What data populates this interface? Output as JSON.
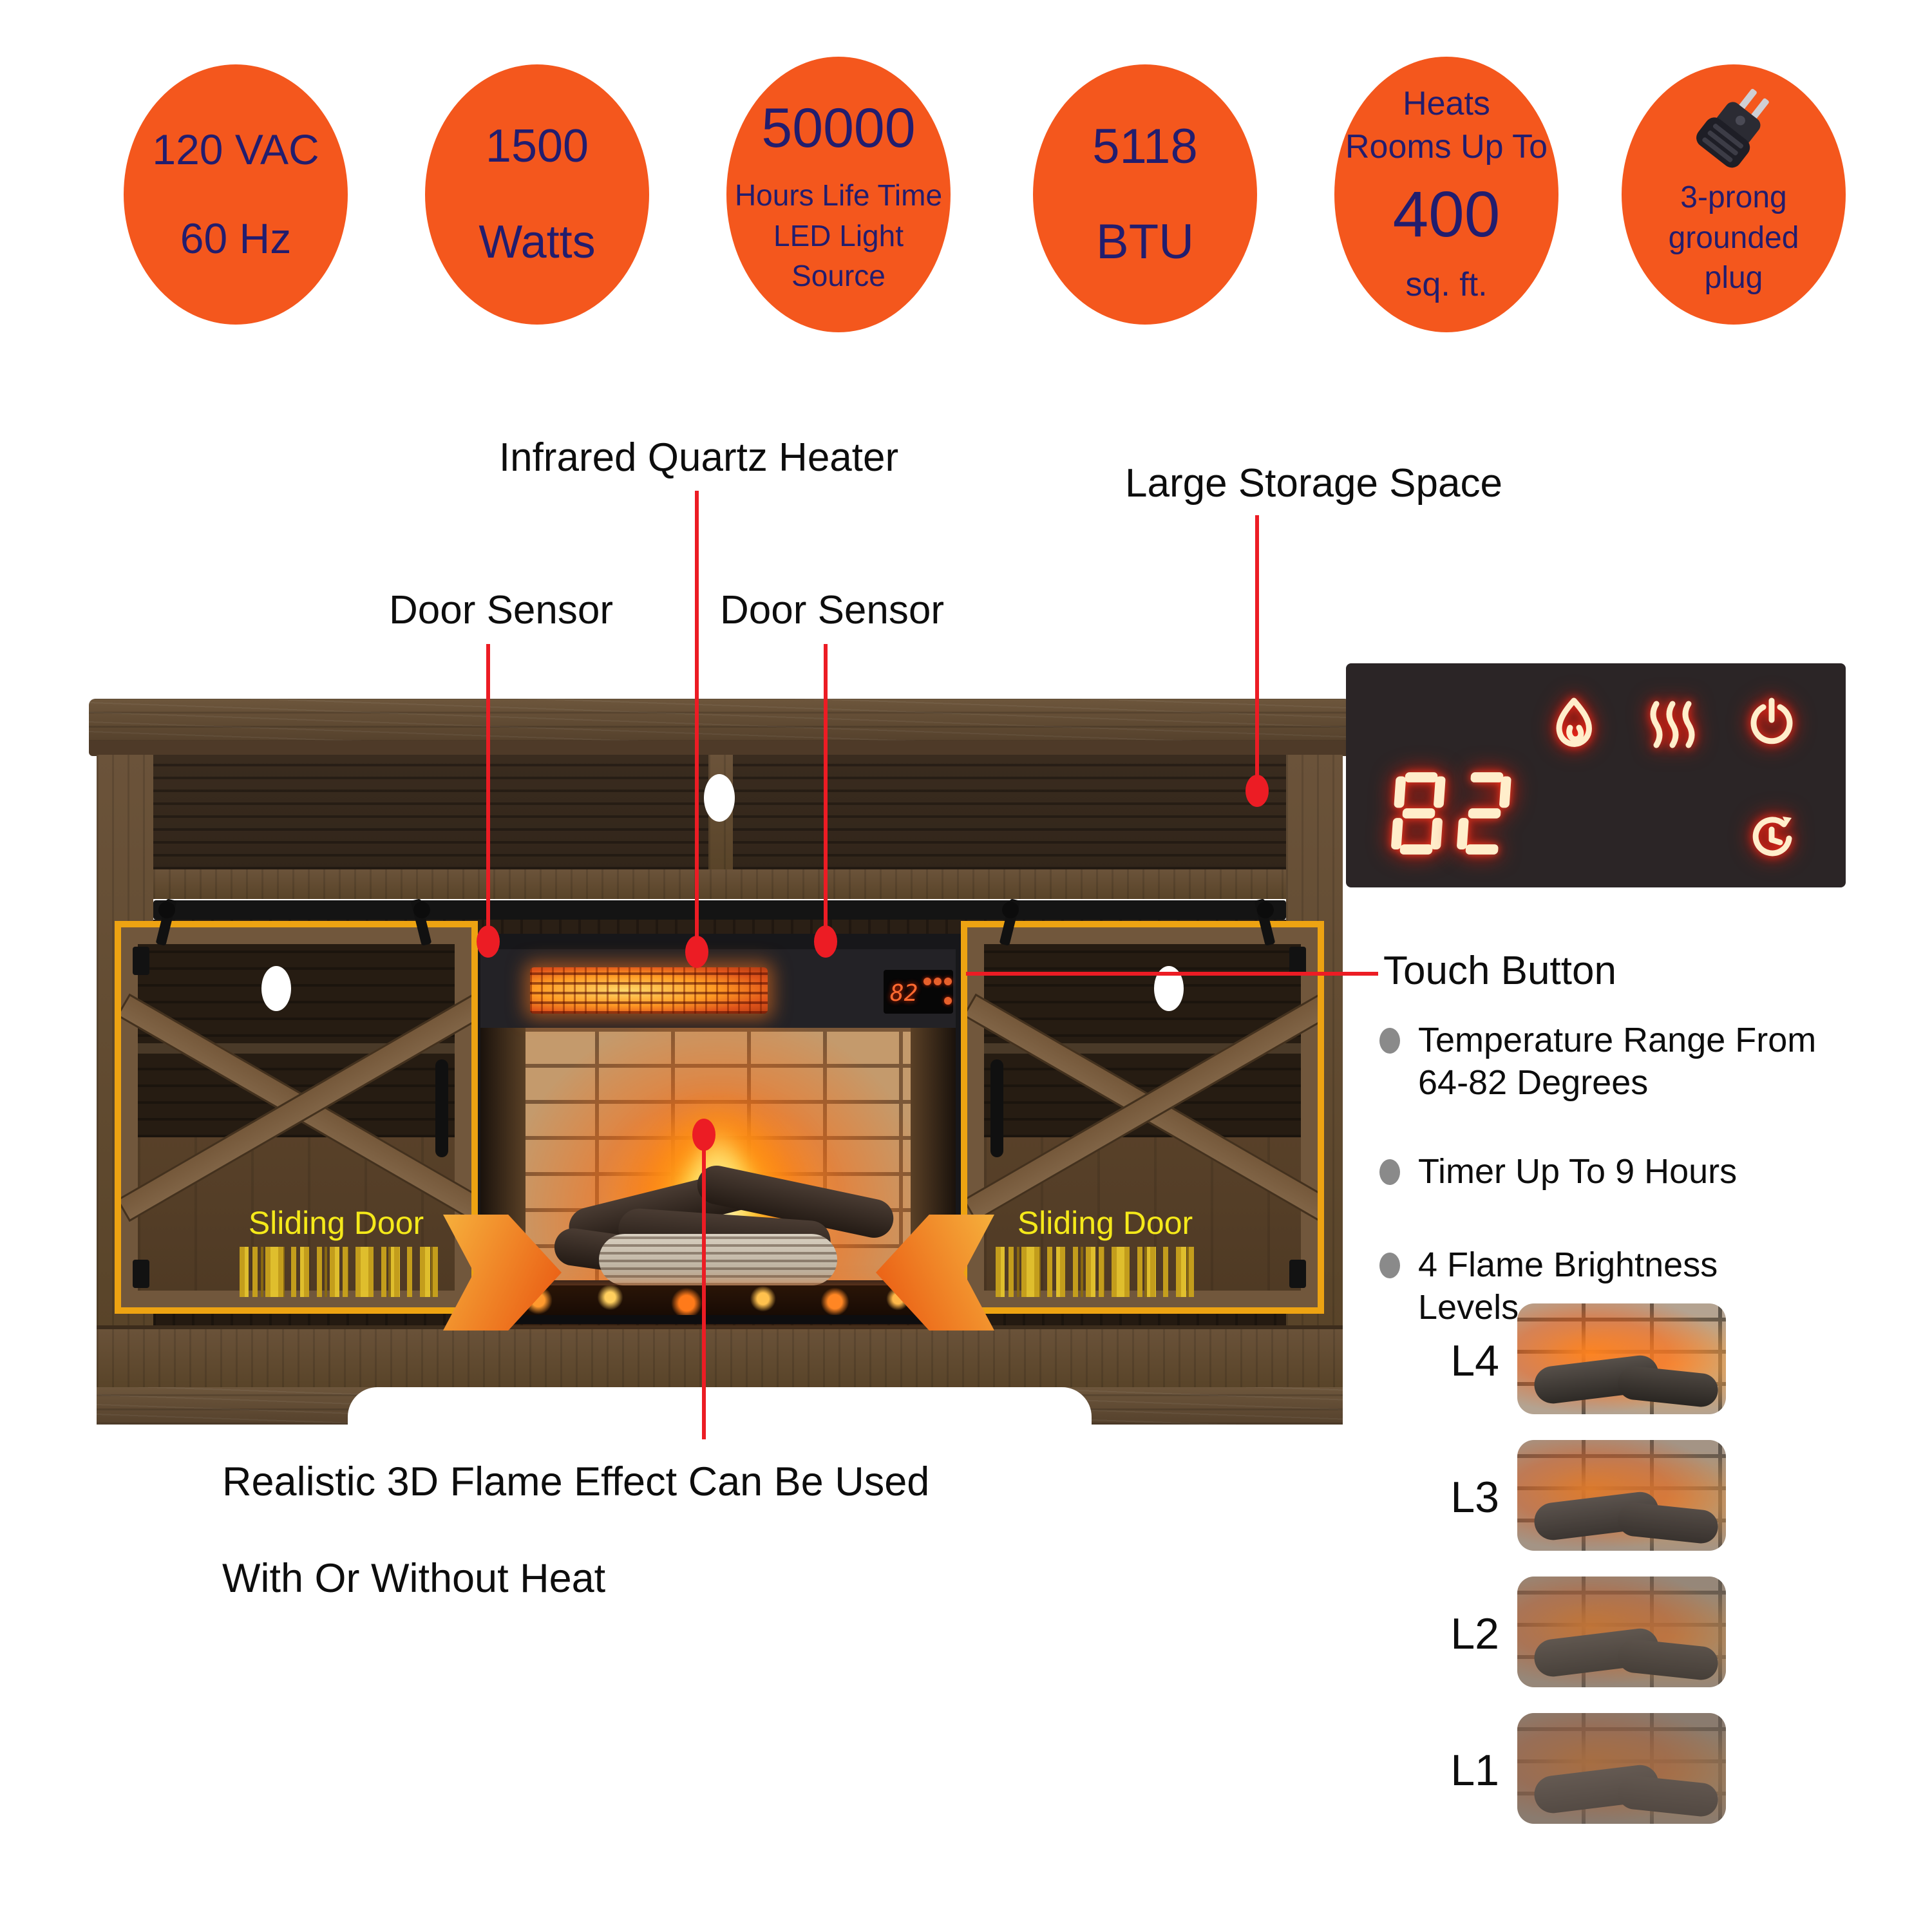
{
  "colors": {
    "badge_orange": "#f4571d",
    "badge_text_navy": "#221d6e",
    "callout_red": "#ec1c24",
    "sliding_door_yellow": "#f5e91a",
    "door_outline_gold": "#eda312",
    "panel_background": "#2b2526",
    "led_cream": "#ffeecb",
    "led_glow_red": "#ff2a1a",
    "bullet_gray": "#8a8a8a"
  },
  "badges": [
    {
      "lines": [
        "120 VAC",
        "60 Hz"
      ]
    },
    {
      "lines": [
        "1500",
        "Watts"
      ]
    },
    {
      "lines": [
        "50000",
        "Hours Life Time",
        "LED Light",
        "Source"
      ]
    },
    {
      "lines": [
        "5118",
        "BTU"
      ]
    },
    {
      "lines": [
        "Heats",
        "Rooms Up To",
        "400",
        "sq. ft."
      ]
    },
    {
      "icon": "power-plug-icon",
      "lines": [
        "3-prong",
        "grounded",
        "plug"
      ]
    }
  ],
  "callouts": {
    "infrared": "Infrared Quartz Heater",
    "storage": "Large Storage Space",
    "door_sensor_left": "Door Sensor",
    "door_sensor_right": "Door Sensor",
    "flame_effect_line1": "Realistic 3D Flame Effect Can Be Used",
    "flame_effect_line2": "With Or Without Heat"
  },
  "sliding_door": {
    "left": "Sliding Door",
    "right": "Sliding Door"
  },
  "panel": {
    "temperature": "82",
    "icons": [
      "flame-icon",
      "heat-waves-icon",
      "power-icon",
      "timer-icon"
    ]
  },
  "insert": {
    "display_temperature": "82",
    "display_icons": [
      "flame-icon",
      "heat-waves-icon",
      "power-icon",
      "timer-icon"
    ]
  },
  "touch": {
    "title": "Touch Button",
    "bullets": [
      "Temperature Range From 64-82 Degrees",
      "Timer Up To 9 Hours",
      "4 Flame Brightness Levels"
    ]
  },
  "flame_levels": [
    {
      "label": "L4"
    },
    {
      "label": "L3"
    },
    {
      "label": "L2"
    },
    {
      "label": "L1"
    }
  ]
}
